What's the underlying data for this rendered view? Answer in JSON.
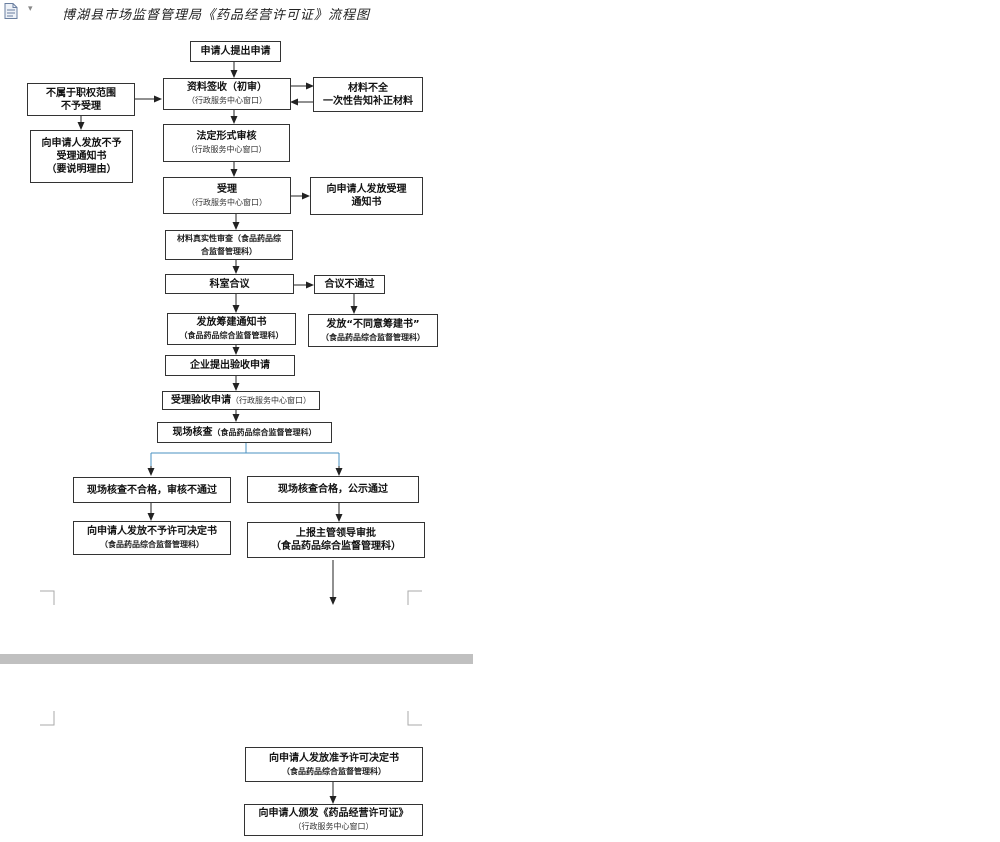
{
  "document": {
    "title": "博湖县市场监督管理局《药品经营许可证》流程图"
  },
  "icons": {
    "doc_icon": "document-icon",
    "caret": "▾"
  },
  "flow": {
    "apply": "申请人提出申请",
    "intake_main": "资料签收（初审）",
    "intake_sub": "（行政服务中心窗口）",
    "incomplete_line1": "材料不全",
    "incomplete_line2": "一次性告知补正材料",
    "out_of_scope_line1": "不属于职权范围",
    "out_of_scope_line2": "不予受理",
    "reject_notice_line1": "向申请人发放不予",
    "reject_notice_line2": "受理通知书",
    "reject_notice_line3": "（要说明理由）",
    "formal_review_main": "法定形式审核",
    "formal_review_sub": "（行政服务中心窗口）",
    "accept_main": "受理",
    "accept_sub": "（行政服务中心窗口）",
    "accept_notice_line1": "向申请人发放受理",
    "accept_notice_line2": "通知书",
    "authenticity_line1": "材料真实性审查（食品药品综",
    "authenticity_line2": "合监督管理科）",
    "dept_meeting": "科室合议",
    "meeting_fail": "合议不通过",
    "disagree_line1": "发放“不同意筹建书”",
    "disagree_line2": "（食品药品综合监督管理科）",
    "prep_notice_line1": "发放筹建通知书",
    "prep_notice_line2": "（食品药品综合监督管理科）",
    "acceptance_apply": "企业提出验收申请",
    "acceptance_receive_main": "受理验收申请",
    "acceptance_receive_sub": "（行政服务中心窗口）",
    "onsite_main": "现场核查",
    "onsite_sub": "（食品药品综合监督管理科）",
    "onsite_fail": "现场核查不合格，审核不通过",
    "onsite_pass": "现场核查合格，公示通过",
    "deny_license_line1": "向申请人发放不予许可决定书",
    "deny_license_line2": "（食品药品综合监督管理科）",
    "report_line1": "上报主管领导审批",
    "report_line2": "（食品药品综合监督管理科）",
    "grant_decision_line1": "向申请人发放准予许可决定书",
    "grant_decision_line2": "（食品药品综合监督管理科）",
    "issue_license_line1": "向申请人颁发《药品经营许可证》",
    "issue_license_line2": "（行政服务中心窗口）"
  }
}
